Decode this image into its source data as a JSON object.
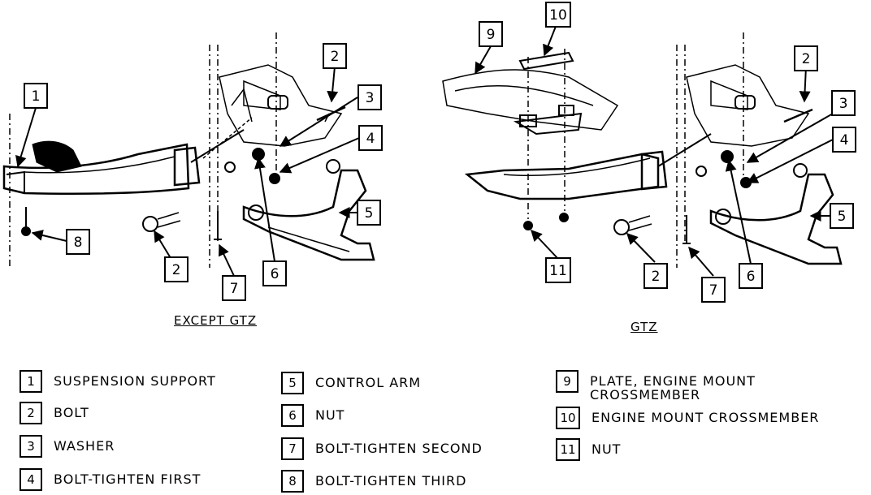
{
  "captions": {
    "left": "EXCEPT GTZ",
    "right": "GTZ"
  },
  "callouts": {
    "left": [
      "1",
      "2",
      "3",
      "4",
      "5",
      "6",
      "7",
      "8",
      "2"
    ],
    "right": [
      "9",
      "10",
      "2",
      "3",
      "4",
      "5",
      "6",
      "7",
      "11",
      "2"
    ]
  },
  "legend": [
    {
      "num": "1",
      "text": "SUSPENSION SUPPORT"
    },
    {
      "num": "2",
      "text": "BOLT"
    },
    {
      "num": "3",
      "text": "WASHER"
    },
    {
      "num": "4",
      "text": "BOLT-TIGHTEN FIRST"
    },
    {
      "num": "5",
      "text": "CONTROL ARM"
    },
    {
      "num": "6",
      "text": "NUT"
    },
    {
      "num": "7",
      "text": "BOLT-TIGHTEN SECOND"
    },
    {
      "num": "8",
      "text": "BOLT-TIGHTEN THIRD"
    },
    {
      "num": "9",
      "text": "PLATE, ENGINE MOUNT CROSSMEMBER"
    },
    {
      "num": "10",
      "text": "ENGINE MOUNT CROSSMEMBER"
    },
    {
      "num": "11",
      "text": "NUT"
    }
  ]
}
